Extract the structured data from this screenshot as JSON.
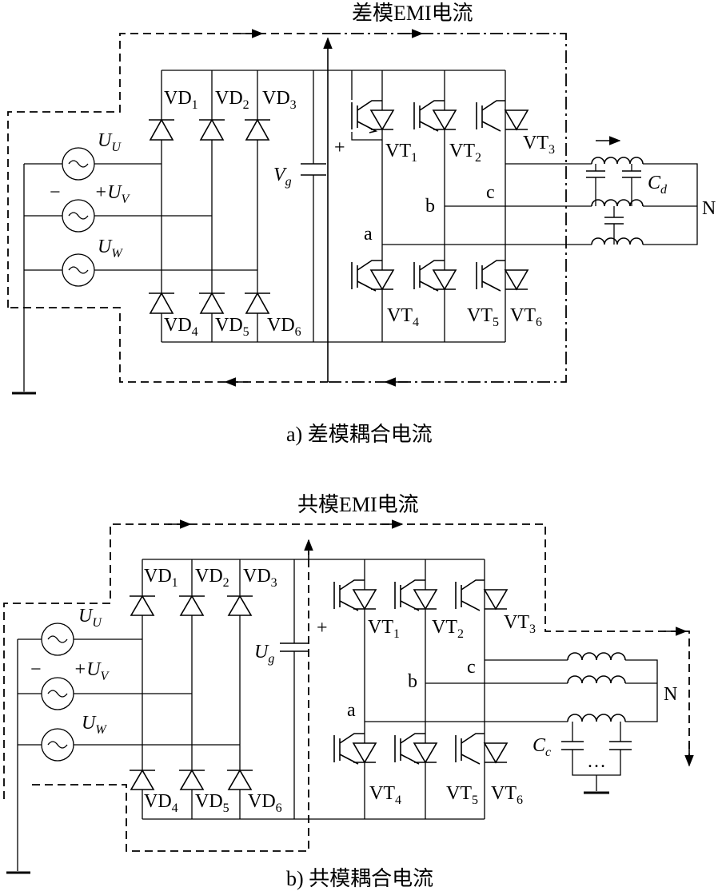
{
  "figure_a": {
    "top_label": "差模EMI电流",
    "caption": "a) 差模耦合电流",
    "sources": [
      {
        "name": "U",
        "sub": "U"
      },
      {
        "name": "U",
        "sub": "V",
        "prefix": "+"
      },
      {
        "name": "U",
        "sub": "W"
      }
    ],
    "minus_sign": "−",
    "plus_sign": "+",
    "diodes_top": [
      {
        "name": "VD",
        "sub": "1"
      },
      {
        "name": "VD",
        "sub": "2"
      },
      {
        "name": "VD",
        "sub": "3"
      }
    ],
    "diodes_bottom": [
      {
        "name": "VD",
        "sub": "4"
      },
      {
        "name": "VD",
        "sub": "5"
      },
      {
        "name": "VD",
        "sub": "6"
      }
    ],
    "capacitor": {
      "name": "V",
      "sub": "g"
    },
    "transistors_top": [
      {
        "name": "VT",
        "sub": "1"
      },
      {
        "name": "VT",
        "sub": "2"
      },
      {
        "name": "VT",
        "sub": "3"
      }
    ],
    "transistors_bottom": [
      {
        "name": "VT",
        "sub": "4"
      },
      {
        "name": "VT",
        "sub": "5"
      },
      {
        "name": "VT",
        "sub": "6"
      }
    ],
    "nodes": [
      "a",
      "b",
      "c"
    ],
    "filter_cap": {
      "name": "C",
      "sub": "d"
    },
    "neutral": "N"
  },
  "figure_b": {
    "top_label": "共模EMI电流",
    "caption": "b) 共模耦合电流",
    "sources": [
      {
        "name": "U",
        "sub": "U"
      },
      {
        "name": "U",
        "sub": "V",
        "prefix": "+"
      },
      {
        "name": "U",
        "sub": "W"
      }
    ],
    "minus_sign": "−",
    "plus_sign": "+",
    "diodes_top": [
      {
        "name": "VD",
        "sub": "1"
      },
      {
        "name": "VD",
        "sub": "2"
      },
      {
        "name": "VD",
        "sub": "3"
      }
    ],
    "diodes_bottom": [
      {
        "name": "VD",
        "sub": "4"
      },
      {
        "name": "VD",
        "sub": "5"
      },
      {
        "name": "VD",
        "sub": "6"
      }
    ],
    "capacitor": {
      "name": "U",
      "sub": "g"
    },
    "transistors_top": [
      {
        "name": "VT",
        "sub": "1"
      },
      {
        "name": "VT",
        "sub": "2"
      },
      {
        "name": "VT",
        "sub": "3"
      }
    ],
    "transistors_bottom": [
      {
        "name": "VT",
        "sub": "4"
      },
      {
        "name": "VT",
        "sub": "5"
      },
      {
        "name": "VT",
        "sub": "6"
      }
    ],
    "nodes": [
      "a",
      "b",
      "c"
    ],
    "filter_cap": {
      "name": "C",
      "sub": "c"
    },
    "dots": "…",
    "neutral": "N"
  }
}
